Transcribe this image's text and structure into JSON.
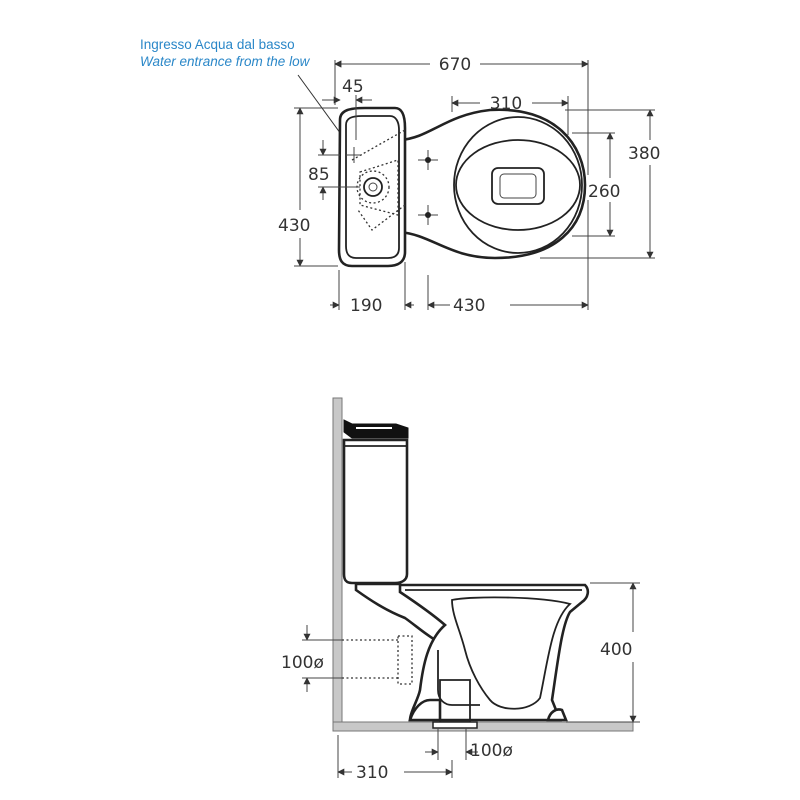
{
  "notes": {
    "water_inlet_it": "Ingresso Acqua dal basso",
    "water_inlet_en": "Water entrance from the low"
  },
  "colors": {
    "note_blue": "#2a87c8",
    "line": "#222222",
    "wall": "#c8c8c8"
  },
  "top_view": {
    "dim_670": "670",
    "dim_45": "45",
    "dim_310": "310",
    "dim_380": "380",
    "dim_85": "85",
    "dim_260": "260",
    "dim_430_left": "430",
    "dim_190": "190",
    "dim_430_bottom": "430"
  },
  "side_view": {
    "dim_100_pipe": "100ø",
    "dim_400": "400",
    "dim_100_floor": "100ø",
    "dim_310": "310"
  }
}
